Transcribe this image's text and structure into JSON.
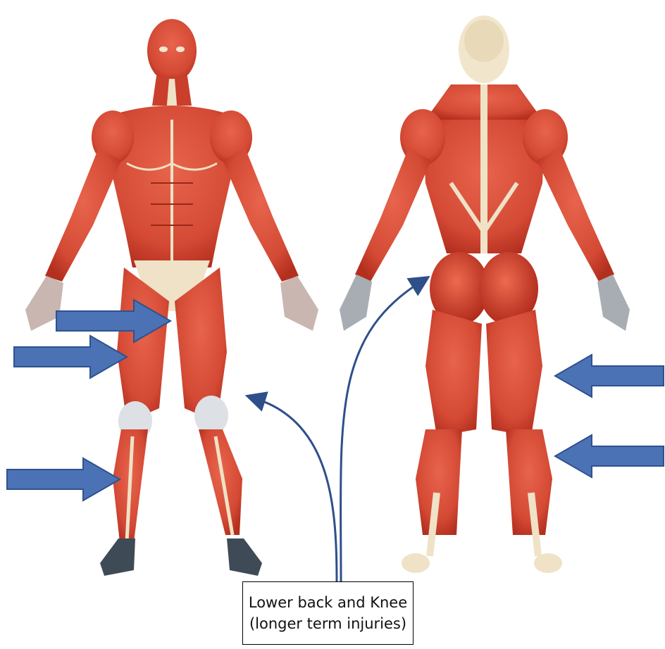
{
  "callout": {
    "line1": "Lower back and Knee",
    "line2": "(longer term injuries)"
  },
  "colors": {
    "muscle": "#d8503c",
    "muscle_dark": "#b5301f",
    "tendon": "#efe2c6",
    "skin_shadow": "#9aa3ad",
    "arrow_fill": "#4a72b4",
    "arrow_stroke": "#2f528f",
    "curve": "#2f4f8a"
  },
  "figures": [
    {
      "name": "front-view-muscle-figure"
    },
    {
      "name": "back-view-muscle-figure"
    }
  ],
  "arrows": [
    {
      "name": "arrow-groin",
      "direction": "right"
    },
    {
      "name": "arrow-quadriceps",
      "direction": "right"
    },
    {
      "name": "arrow-shin",
      "direction": "right"
    },
    {
      "name": "arrow-hamstring",
      "direction": "left"
    },
    {
      "name": "arrow-calf",
      "direction": "left"
    }
  ]
}
